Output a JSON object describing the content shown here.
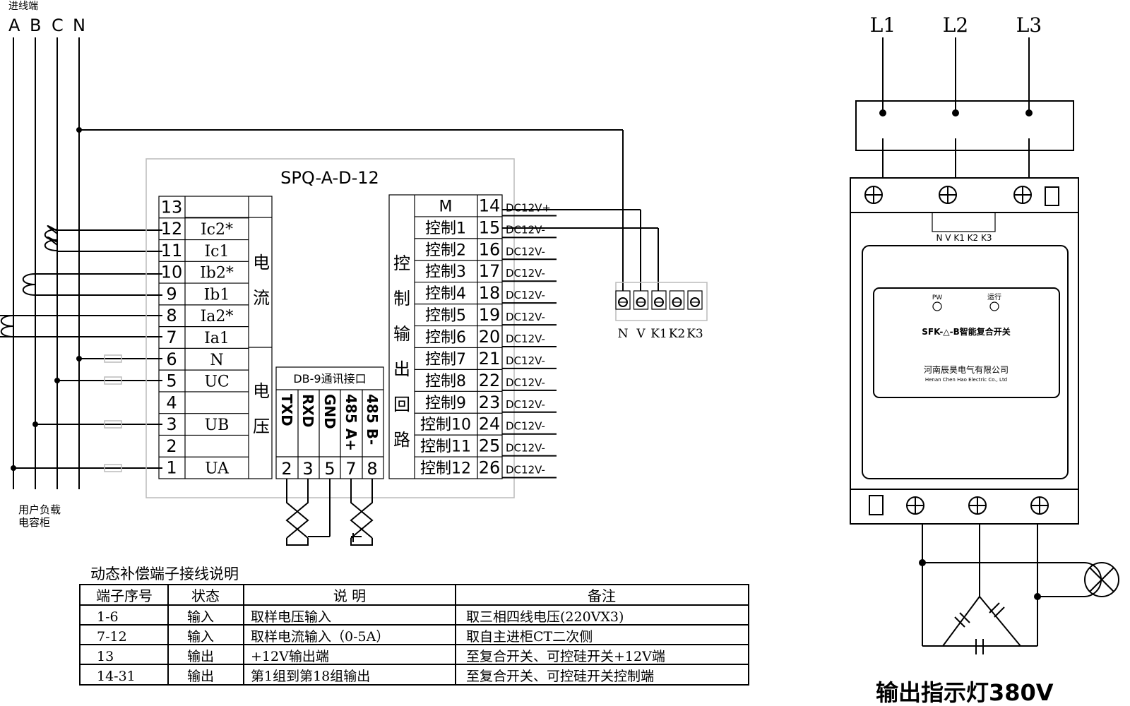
{
  "incoming": {
    "title": "进线端",
    "phases": [
      "A",
      "B",
      "C",
      "N"
    ],
    "bottom_label": [
      "用户负载",
      "电容柜"
    ]
  },
  "controller": {
    "model": "SPQ-A-D-12",
    "left_terminals": [
      {
        "num": "13",
        "label": ""
      },
      {
        "num": "12",
        "label": "Ic2*"
      },
      {
        "num": "11",
        "label": "Ic1"
      },
      {
        "num": "10",
        "label": "Ib2*"
      },
      {
        "num": "9",
        "label": "Ib1"
      },
      {
        "num": "8",
        "label": "Ia2*"
      },
      {
        "num": "7",
        "label": "Ia1"
      },
      {
        "num": "6",
        "label": "N"
      },
      {
        "num": "5",
        "label": "UC"
      },
      {
        "num": "4",
        "label": ""
      },
      {
        "num": "3",
        "label": "UB"
      },
      {
        "num": "2",
        "label": ""
      },
      {
        "num": "1",
        "label": "UA"
      }
    ],
    "current_group": [
      "电",
      "流"
    ],
    "voltage_group": [
      "电",
      "压"
    ],
    "control_group": [
      "控",
      "制",
      "输",
      "出",
      "回",
      "路"
    ],
    "right_terminals": [
      {
        "label": "M",
        "num": "14",
        "dc": "DC12V+"
      },
      {
        "label": "控制1",
        "num": "15",
        "dc": "DC12V-"
      },
      {
        "label": "控制2",
        "num": "16",
        "dc": "DC12V-"
      },
      {
        "label": "控制3",
        "num": "17",
        "dc": "DC12V-"
      },
      {
        "label": "控制4",
        "num": "18",
        "dc": "DC12V-"
      },
      {
        "label": "控制5",
        "num": "19",
        "dc": "DC12V-"
      },
      {
        "label": "控制6",
        "num": "20",
        "dc": "DC12V-"
      },
      {
        "label": "控制7",
        "num": "21",
        "dc": "DC12V-"
      },
      {
        "label": "控制8",
        "num": "22",
        "dc": "DC12V-"
      },
      {
        "label": "控制9",
        "num": "23",
        "dc": "DC12V-"
      },
      {
        "label": "控制10",
        "num": "24",
        "dc": "DC12V-"
      },
      {
        "label": "控制11",
        "num": "25",
        "dc": "DC12V-"
      },
      {
        "label": "控制12",
        "num": "26",
        "dc": "DC12V-"
      }
    ],
    "db9": {
      "title": "DB-9通讯接口",
      "signals": [
        "TXD",
        "RXD",
        "GND",
        "485 A+",
        "485 B-"
      ],
      "pins": [
        "2",
        "3",
        "5",
        "7",
        "8"
      ]
    }
  },
  "terminal_block": {
    "labels": [
      "N",
      "V",
      "K1",
      "K2",
      "K3"
    ]
  },
  "switch_device": {
    "lines": [
      "L1",
      "L2",
      "L3"
    ],
    "terminal_strip": "N V K1 K2 K3",
    "pw_label": "PW",
    "run_label": "运行",
    "name": "SFK-△-B智能复合开关",
    "company_cn": "河南辰昊电气有限公司",
    "company_en": "Henan Chen Hao Electric Co., Ltd",
    "caption": "输出指示灯380V"
  },
  "table": {
    "title": "动态补偿端子接线说明",
    "headers": [
      "端子序号",
      "状态",
      "说  明",
      "备注"
    ],
    "rows": [
      [
        "1-6",
        "输入",
        "取样电压输入",
        "取三相四线电压(220VX3)"
      ],
      [
        "7-12",
        "输入",
        "取样电流输入（0-5A）",
        "取自主进柜CT二次侧"
      ],
      [
        "13",
        "输出",
        "+12V输出端",
        "至复合开关、可控硅开关+12V端"
      ],
      [
        "14-31",
        "输出",
        "第1组到第18组输出",
        "至复合开关、可控硅开关控制端"
      ]
    ]
  }
}
